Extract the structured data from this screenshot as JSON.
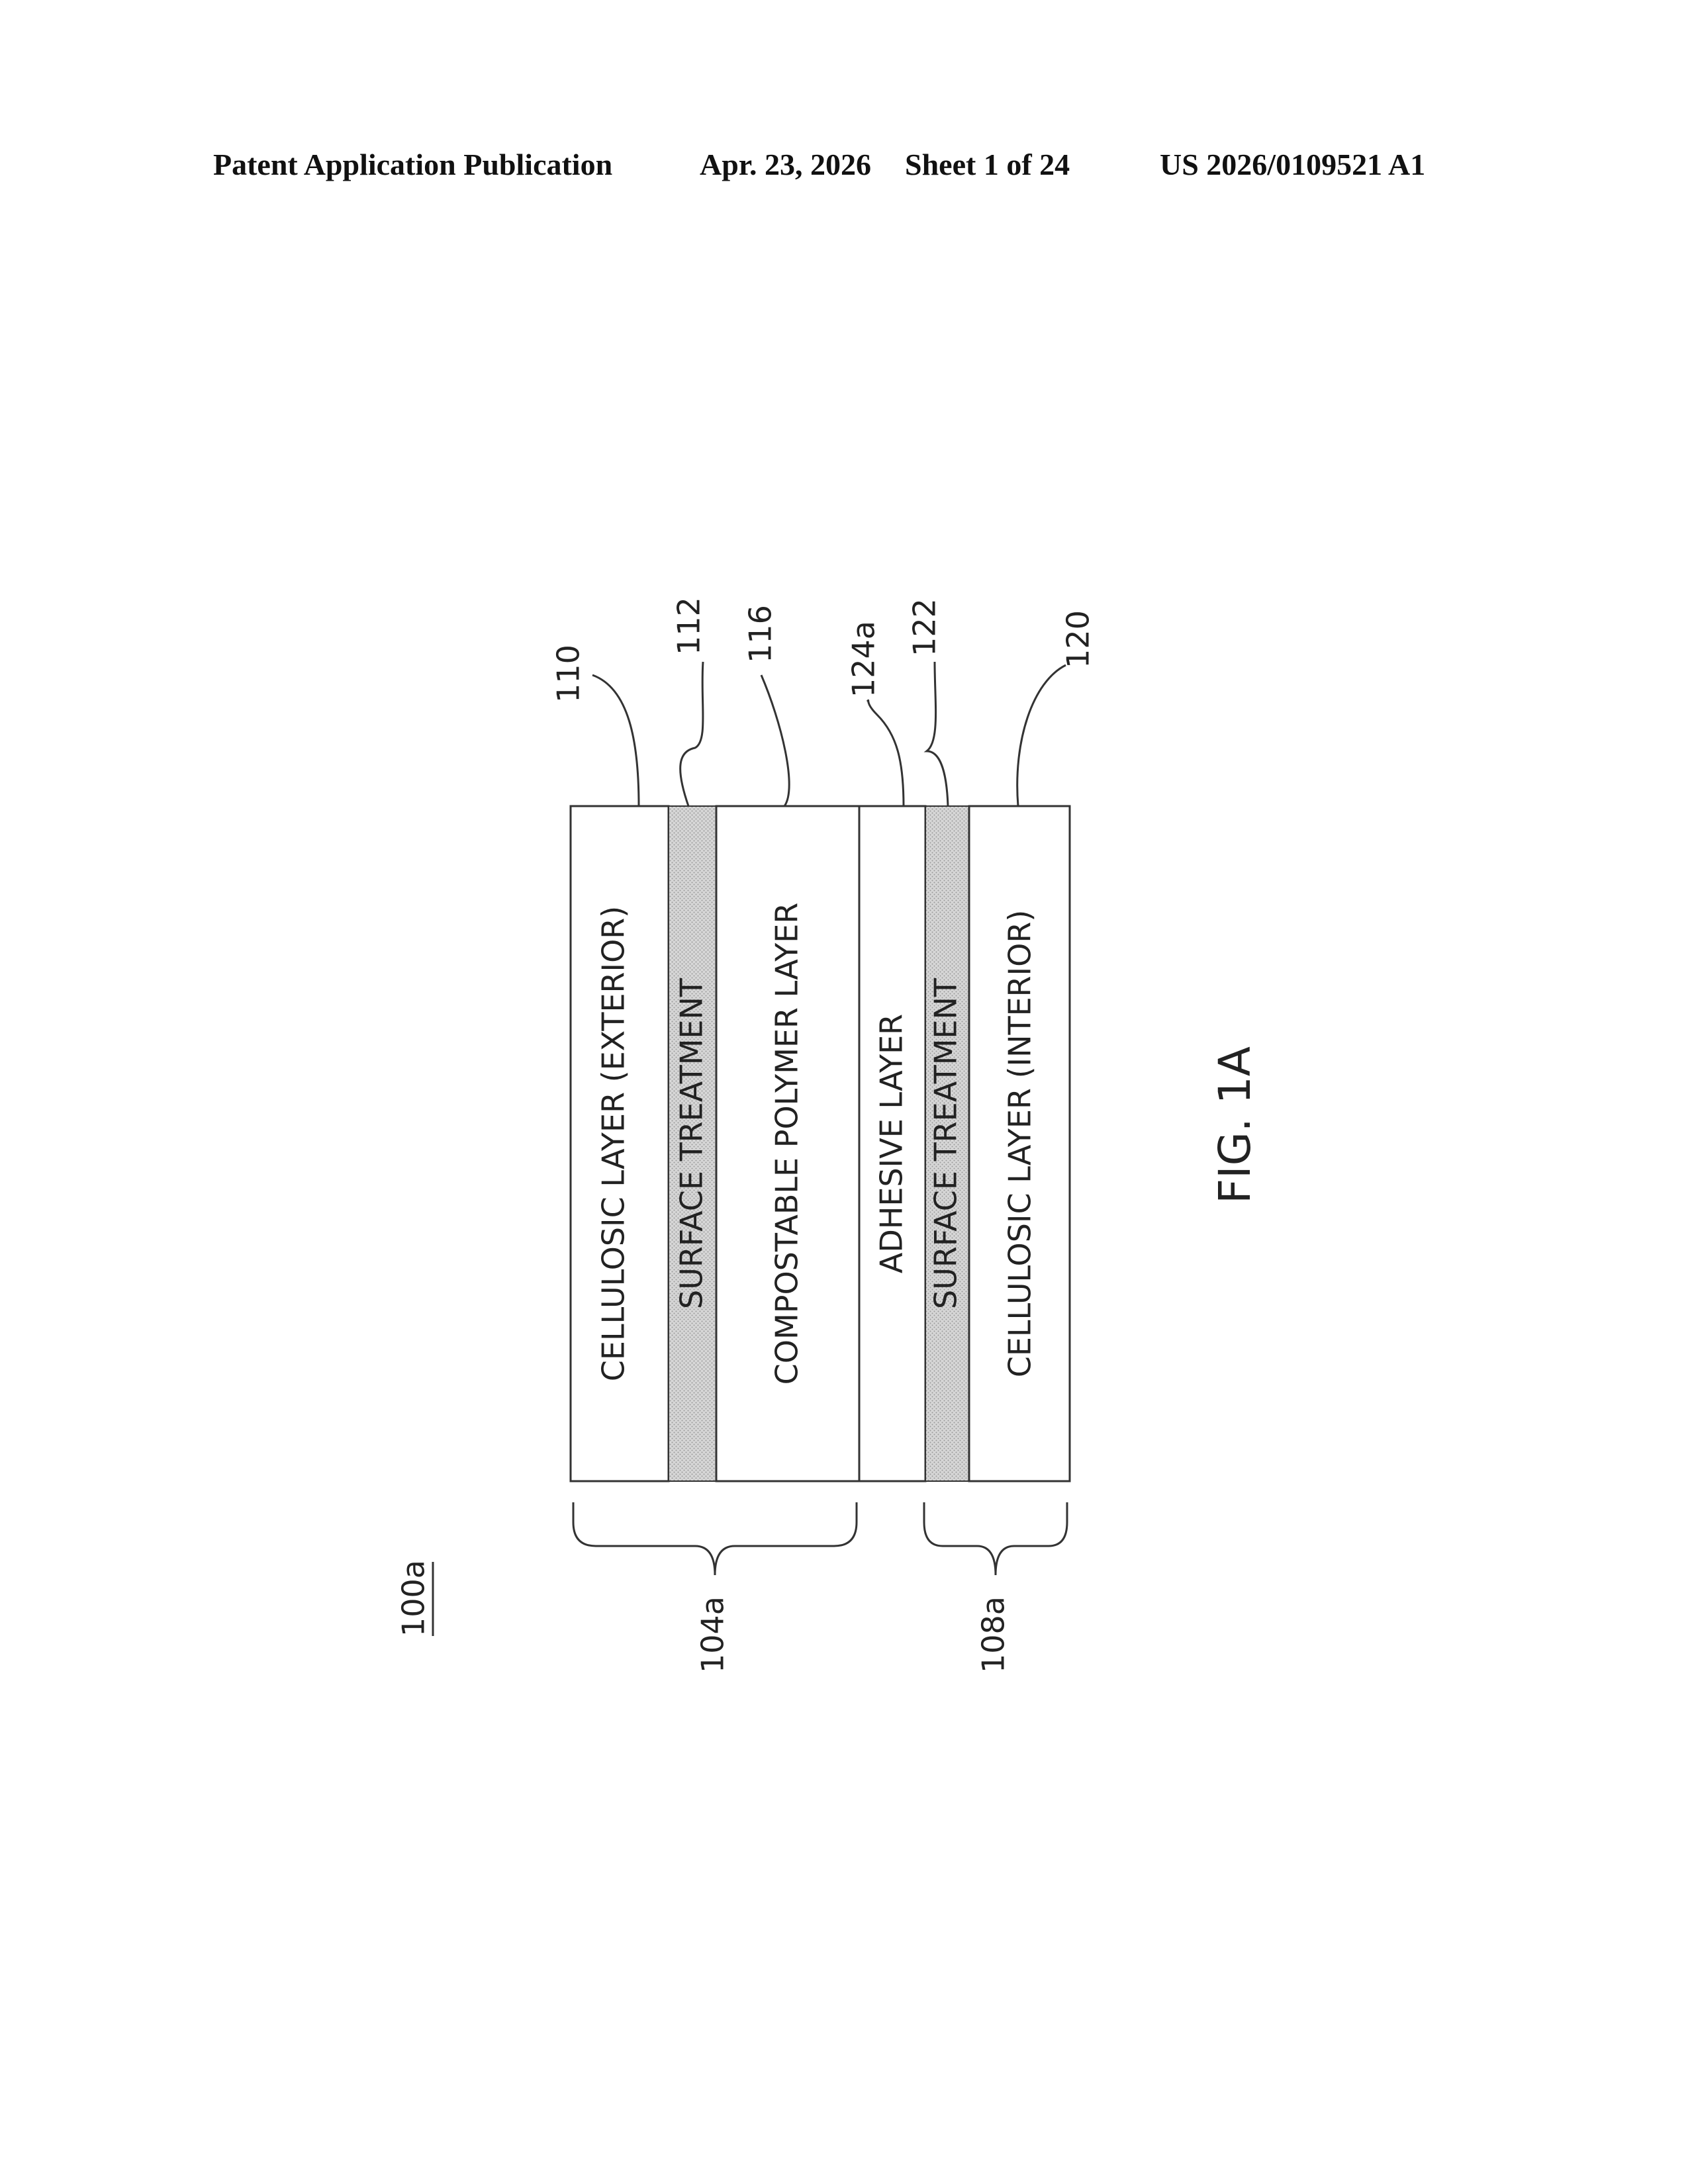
{
  "header": {
    "publication": "Patent Application Publication",
    "date": "Apr. 23, 2026",
    "sheet": "Sheet 1 of 24",
    "number": "US 2026/0109521 A1"
  },
  "figure": {
    "label": "FIG. 1A",
    "assembly_ref": "100a"
  },
  "layers": [
    {
      "ref": "110",
      "text": "CELLULOSIC LAYER (EXTERIOR)",
      "shaded": false
    },
    {
      "ref": "112",
      "text": "SURFACE TREATMENT",
      "shaded": true
    },
    {
      "ref": "116",
      "text": "COMPOSTABLE POLYMER LAYER",
      "shaded": false
    },
    {
      "ref": "124a",
      "text": "ADHESIVE LAYER",
      "shaded": false
    },
    {
      "ref": "122",
      "text": "SURFACE TREATMENT",
      "shaded": true
    },
    {
      "ref": "120",
      "text": "CELLULOSIC LAYER (INTERIOR)",
      "shaded": false
    }
  ],
  "groups": [
    {
      "ref": "104a"
    },
    {
      "ref": "108a"
    }
  ],
  "colors": {
    "line": "#333333",
    "shade": "#d6d6d6",
    "shade_dot": "#9a9a9a"
  }
}
